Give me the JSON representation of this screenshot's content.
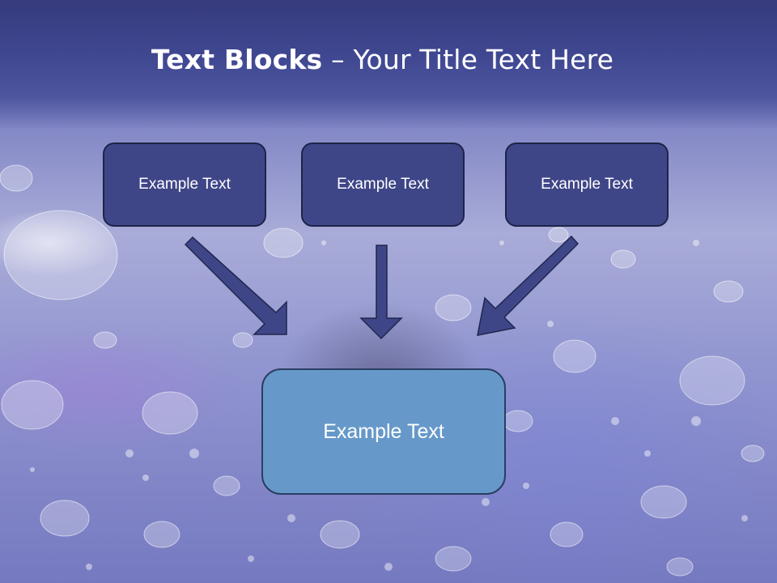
{
  "title": {
    "bold": "Text Blocks",
    "dash": " – ",
    "rest": "Your Title Text Here"
  },
  "blocks": {
    "left": "Example Text",
    "center": "Example Text",
    "right": "Example Text",
    "main": "Example Text"
  },
  "colors": {
    "header": "#404892",
    "small_box_fill": "#3f4688",
    "small_box_border": "#1e2448",
    "main_box_fill": "#6699c9",
    "arrow_fill": "#3f4688",
    "arrow_stroke": "#20264d"
  }
}
